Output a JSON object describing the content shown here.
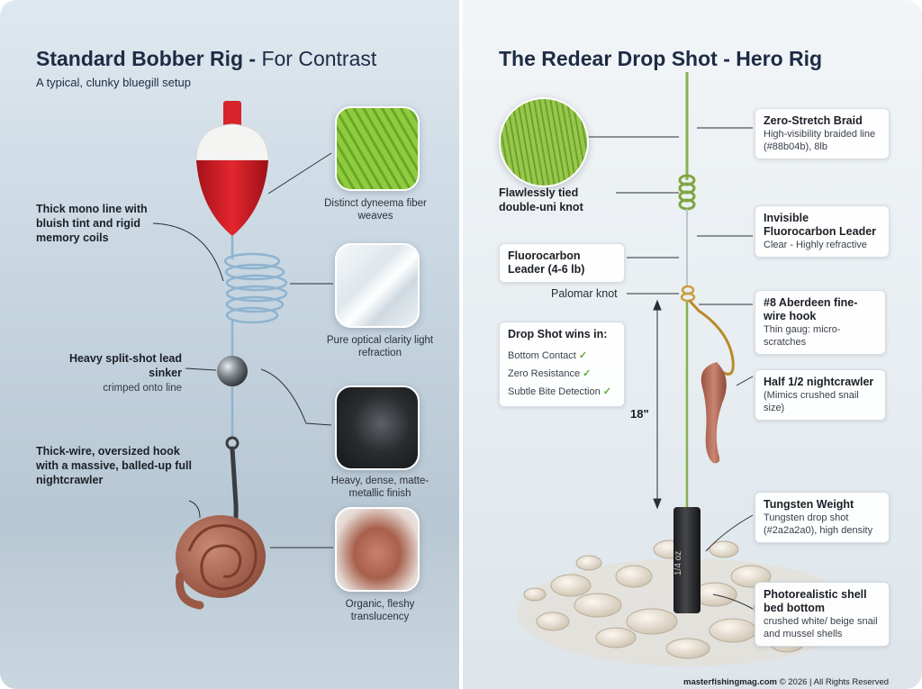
{
  "left": {
    "title_main": "Standard Bobber Rig -",
    "title_light": "For Contrast",
    "subtitle": "A typical, clunky bluegill setup",
    "labels": {
      "mono": "Thick mono line with bluish tint and rigid memory coils",
      "sinker_bold": "Heavy split-shot lead sinker",
      "sinker_sub": "crimped onto line",
      "hook": "Thick-wire, oversized hook with a massive, balled-up full nightcrawler"
    },
    "thumbs": [
      {
        "caption": "Distinct dyneema fiber weaves"
      },
      {
        "caption": "Pure optical clarity light refraction"
      },
      {
        "caption": "Heavy, dense, matte-metallic finish"
      },
      {
        "caption": "Organic, fleshy translucency"
      }
    ]
  },
  "right": {
    "title": "The Redear Drop Shot - Hero Rig",
    "knot_label": "Flawlessly tied double-uni knot",
    "fluoro_label": "Fluorocarbon Leader (4-6 lb)",
    "palomar": "Palomar knot",
    "measure": "18\"",
    "weight_text": "1/4 oz",
    "cards": {
      "braid": {
        "h": "Zero-Stretch Braid",
        "s": "High-visibility braided line (#88b04b), 8lb"
      },
      "leader": {
        "h": "Invisible Fluorocarbon Leader",
        "s": "Clear - Highly refractive"
      },
      "hook": {
        "h": "#8 Aberdeen fine-wire hook",
        "s": "Thin gaug: micro-scratches"
      },
      "crawler": {
        "h": "Half 1/2 nightcrawler",
        "s": "(Mimics crushed snail size)"
      },
      "tungsten": {
        "h": "Tungsten Weight",
        "s": "Tungsten drop shot (#2a2a2a0), high density"
      },
      "shell": {
        "h": "Photorealistic shell bed bottom",
        "s": "crushed white/ beige snail and mussel shells"
      }
    },
    "wins": {
      "title": "Drop Shot wins in:",
      "items": [
        "Bottom Contact",
        "Zero Resistance",
        "Subtle Bite Detection"
      ]
    },
    "footer_site": "masterfishingmag.com",
    "footer_rest": " © 2026 | All Rights Reserved"
  },
  "colors": {
    "braid": "#88b04b",
    "bobber_red": "#d8232a",
    "navy": "#1e2b45",
    "check": "#5aa832"
  }
}
